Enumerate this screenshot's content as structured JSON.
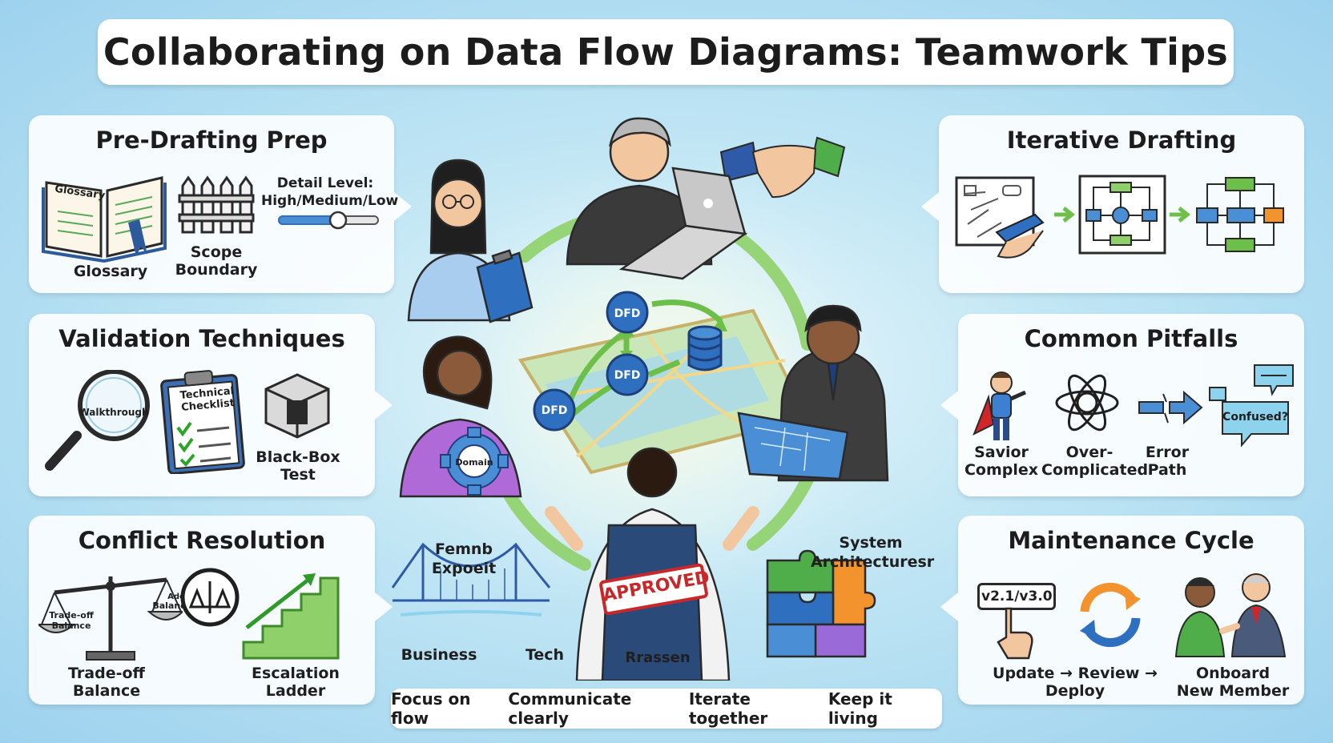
{
  "title": "Collaborating on Data Flow Diagrams: Teamwork Tips",
  "panels": {
    "pre_drafting": {
      "heading": "Pre-Drafting Prep",
      "glossary_book_text": "Glossary",
      "glossary": "Glossary",
      "scope": "Scope\nBoundary",
      "detail_level": "Detail Level:\nHigh/Medium/Low"
    },
    "validation": {
      "heading": "Validation Techniques",
      "walkthrough": "Walkthrough",
      "checklist_title": "Technical\nChecklist",
      "blackbox": "Black-Box\nTest"
    },
    "conflict": {
      "heading": "Conflict Resolution",
      "scale_left": "Trade-off\nBalance",
      "scale_right": "Balanoff",
      "scale_top": "Ade",
      "tradeoff": "Trade-off\nBalance",
      "escalation": "Escalation\nLadder"
    },
    "iterative": {
      "heading": "Iterative Drafting"
    },
    "pitfalls": {
      "heading": "Common Pitfalls",
      "savior": "Savior\nComplex",
      "overcomplicated": "Over-\nComplicated",
      "error_path": "Error\nPath",
      "confused": "Confused?"
    },
    "maintenance": {
      "heading": "Maintenance Cycle",
      "version": "v2.1/v3.0",
      "cycle": "Update → Review → Deploy",
      "onboard": "Onboard\nNew Member"
    }
  },
  "center": {
    "dfd_nodes": [
      "DFD",
      "DFD",
      "DFD"
    ],
    "domain_gear": "Domain",
    "domain_expert": "Femnb\nExpoeit",
    "system_architect": "System\nArchitecturesr",
    "approved": "APPROVED",
    "reviewer": "Rrassen",
    "business": "Business",
    "tech": "Tech"
  },
  "tips": [
    "Focus on flow",
    "Communicate clearly",
    "Iterate together",
    "Keep it living"
  ],
  "colors": {
    "accent_green": "#6cc04a",
    "accent_blue": "#2f6fc0",
    "panel_bg": "#ffffff",
    "approved_red": "#c8282a"
  }
}
